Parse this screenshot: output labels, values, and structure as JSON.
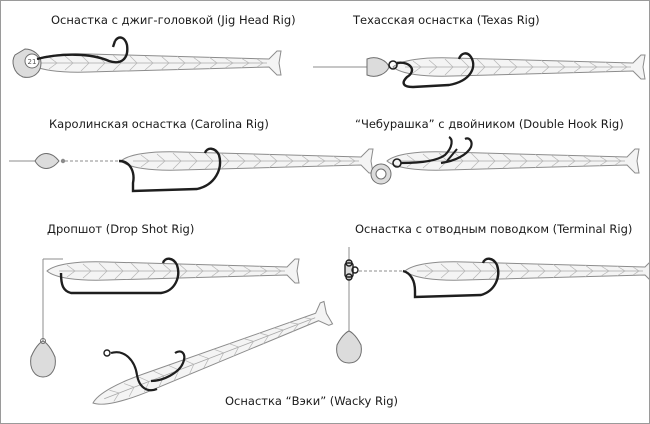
{
  "rigs": {
    "jig_head": "Оснастка с джиг-головкой (Jig Head Rig)",
    "texas": "Техасская оснастка (Texas Rig)",
    "carolina": "Каролинская оснастка (Carolina Rig)",
    "double_hook": "“Чебурашка” с двойником (Double Hook Rig)",
    "drop_shot": "Дропшот (Drop Shot Rig)",
    "terminal": "Оснастка с отводным поводком (Terminal Rig)",
    "wacky": "Оснастка “Вэки” (Wacky Rig)"
  },
  "jig_weight_mark": "21",
  "colors": {
    "line": "#8c8c8c",
    "body": "#f4f4f4",
    "hook": "#1e1e1e",
    "lead": "#dcdcdc"
  }
}
